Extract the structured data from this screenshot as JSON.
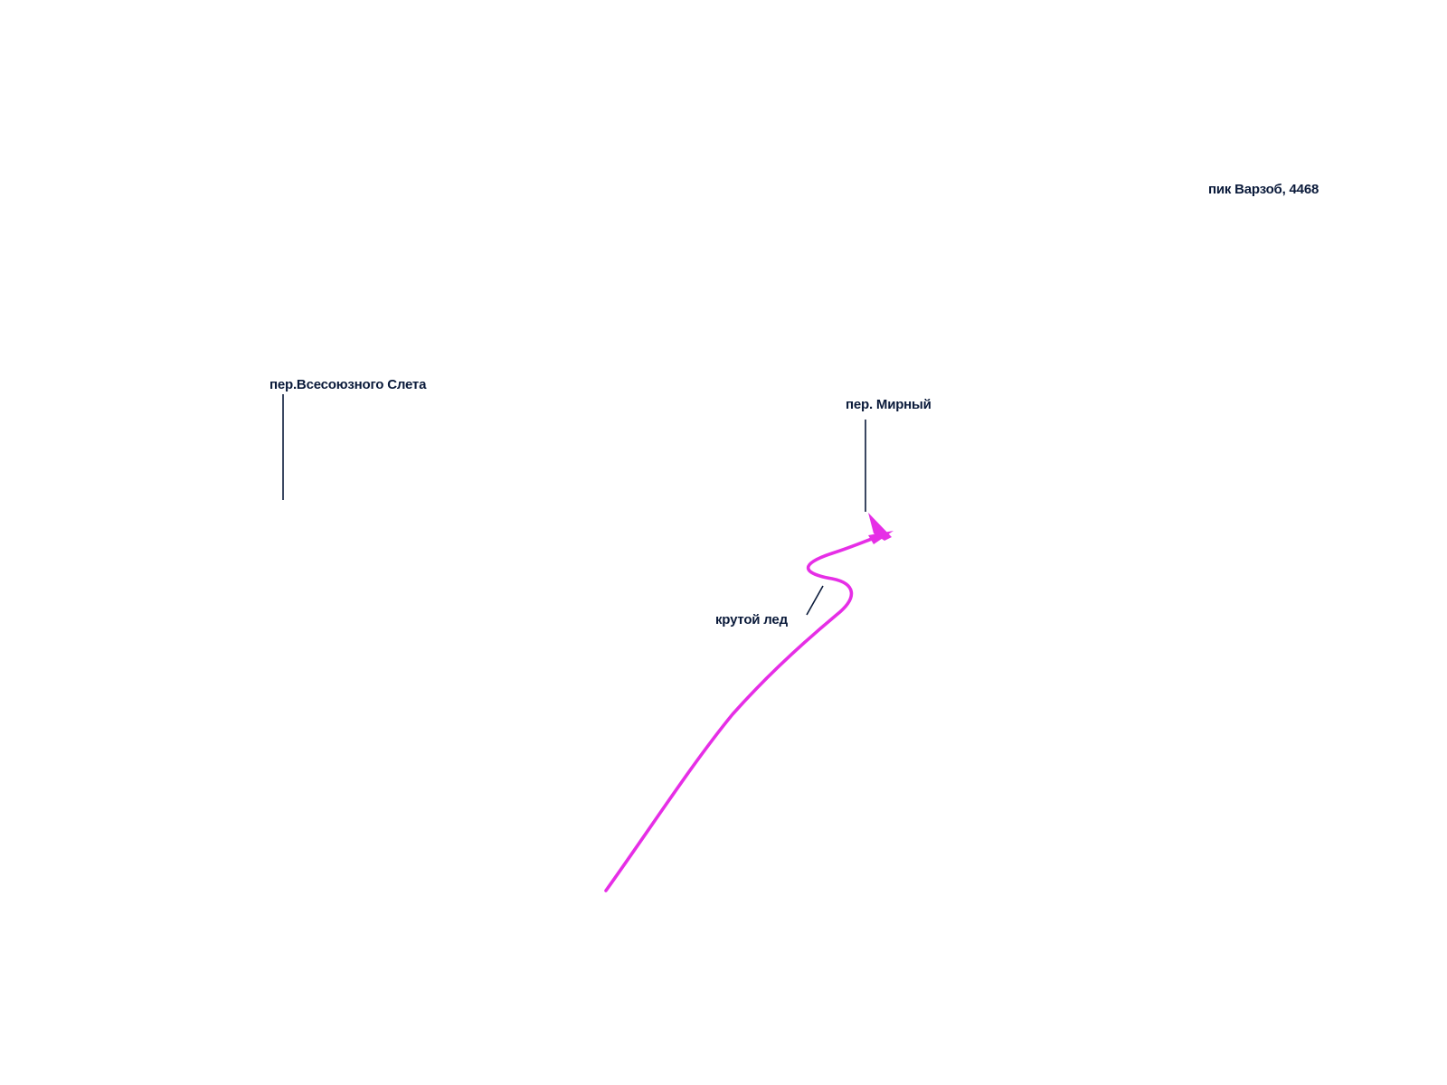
{
  "labels": {
    "peak_varzob": "пик Варзоб, 4468",
    "pass_vsesoyuznogo_sleta": "пер.Всесоюзного Слета",
    "pass_mirny": "пер. Мирный",
    "steep_ice": "крутой лед"
  },
  "colors": {
    "label_text": "#0a1a3a",
    "leader_line": "#0a1a3a",
    "route": "#e62ee6",
    "background": "#ffffff"
  },
  "icons": {
    "route_arrow": "arrowhead-icon"
  }
}
